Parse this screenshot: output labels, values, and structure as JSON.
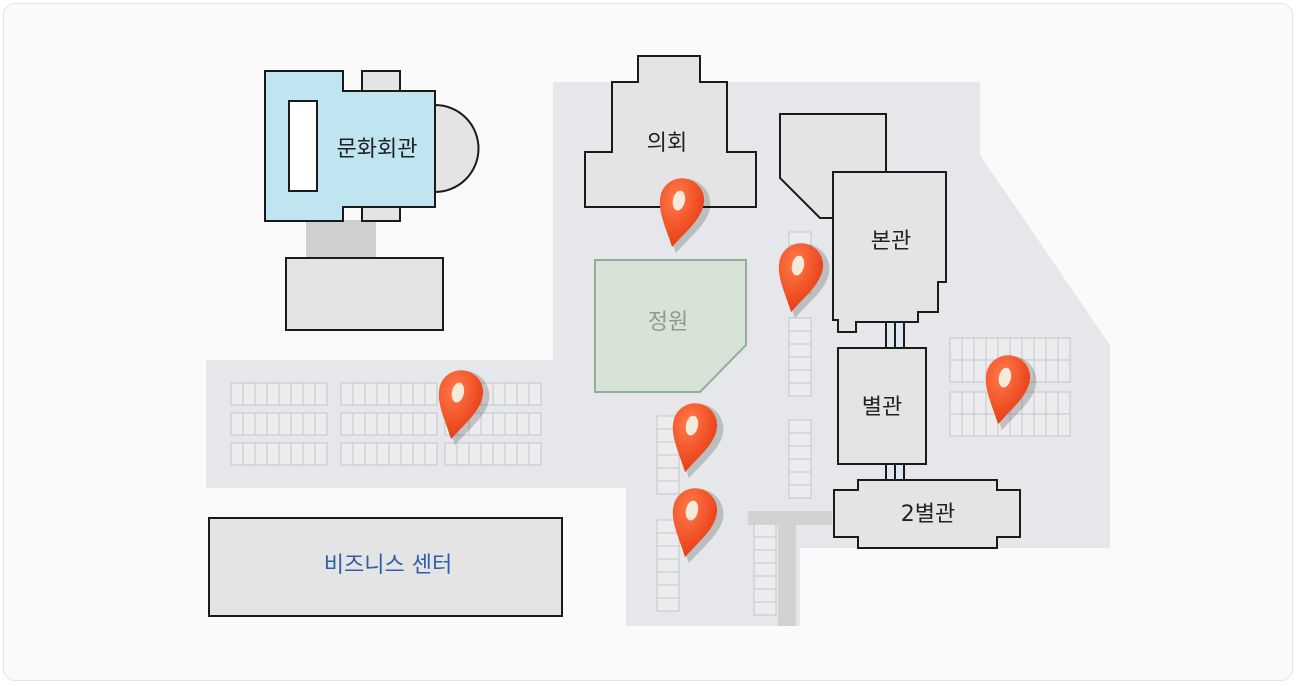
{
  "buildings": {
    "culture": "문화회관",
    "council": "의회",
    "main": "본관",
    "annex": "별관",
    "annex2": "2별관",
    "garden": "정원",
    "business": "비즈니스 센터"
  },
  "colors": {
    "ground": "#e6e7ea",
    "building": "#e4e4e4",
    "culture": "#bfe6f0",
    "garden": "#d7e3d7",
    "pin": "#f2461f",
    "outline": "#1a1a1a"
  },
  "icons": {
    "marker": "map-pin-icon"
  }
}
